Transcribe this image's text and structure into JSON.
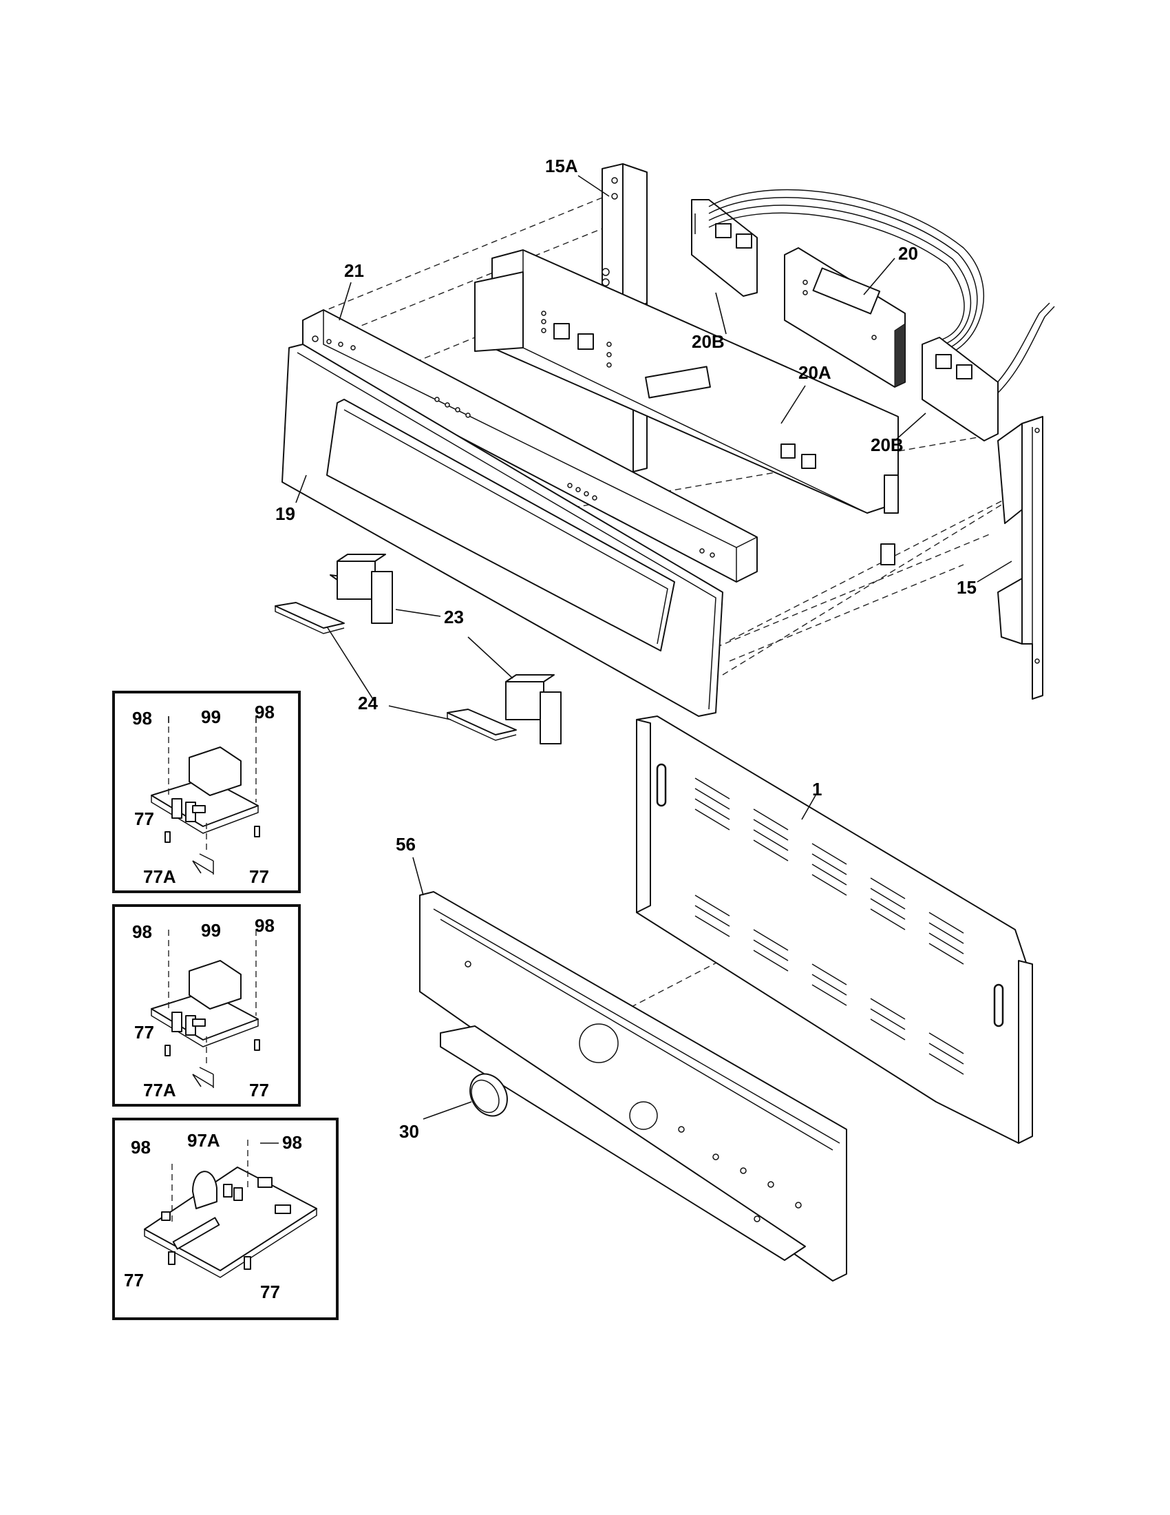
{
  "labels": {
    "l15A": "15A",
    "l20": "20",
    "l21": "21",
    "l20B_top": "20B",
    "l20A": "20A",
    "l20B_right": "20B",
    "l19": "19",
    "l15": "15",
    "l23": "23",
    "l24": "24",
    "l1": "1",
    "l56": "56",
    "l30": "30",
    "inset1": {
      "a98": "98",
      "b99": "99",
      "c98": "98",
      "d77": "77",
      "e77A": "77A",
      "f77": "77"
    },
    "inset2": {
      "a98": "98",
      "b99": "99",
      "c98": "98",
      "d77": "77",
      "e77A": "77A",
      "f77": "77"
    },
    "inset3": {
      "a98": "98",
      "b97A": "97A",
      "c98": "98",
      "d77": "77",
      "e77": "77"
    }
  }
}
